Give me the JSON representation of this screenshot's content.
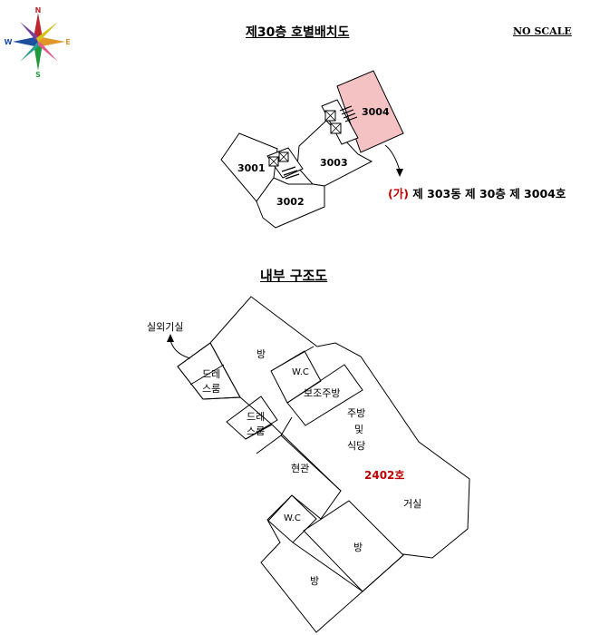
{
  "compass": {
    "n": "N",
    "s": "S",
    "e": "E",
    "w": "W"
  },
  "header": {
    "title": "제30층 호별배치도",
    "no_scale": "NO SCALE"
  },
  "layout_plan": {
    "units": [
      "3001",
      "3002",
      "3003",
      "3004"
    ],
    "highlight_color": "#f4c2c2",
    "caption": {
      "marker": "(가)",
      "text": "제 303동   제 30층   제 3004호"
    }
  },
  "interior": {
    "title": "내부 구조도",
    "unit_number": "2402호",
    "unit_number_color": "#c00000",
    "rooms": {
      "outdoor_unit": "실외기실",
      "room_top": "방",
      "dress1_l1": "드레",
      "dress1_l2": "스룸",
      "wc_top": "W.C",
      "aux_kitchen": "보조주방",
      "dress2_l1": "드레",
      "dress2_l2": "스룸",
      "kitchen_l1": "주방",
      "kitchen_l2": "및",
      "kitchen_l3": "식당",
      "entrance": "현관",
      "living": "거실",
      "wc_bottom": "W.C",
      "room_mid": "방",
      "room_bottom": "방"
    }
  }
}
